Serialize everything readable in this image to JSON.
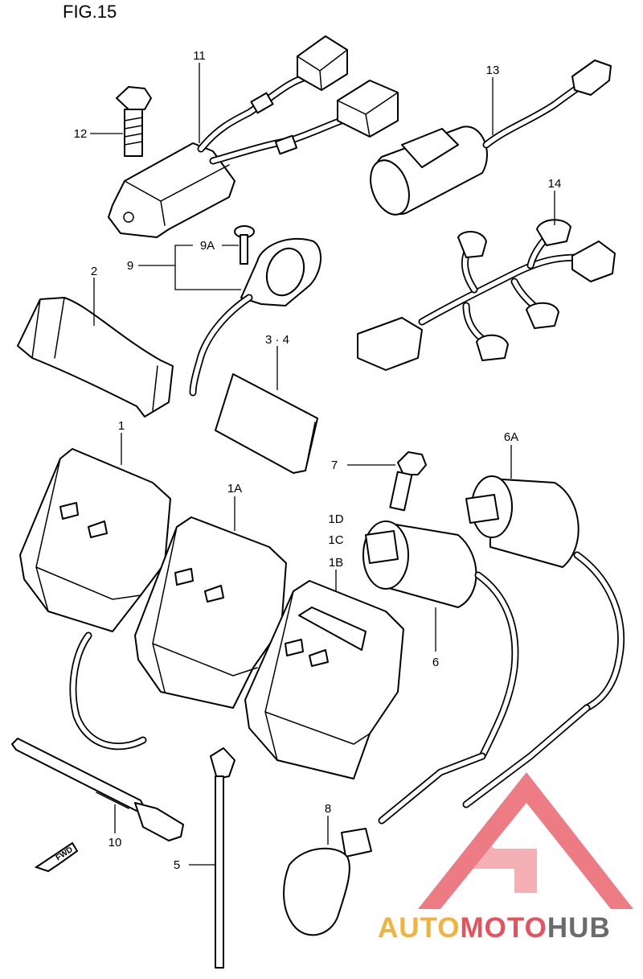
{
  "figure": {
    "title": "FIG.15"
  },
  "callouts": {
    "c1": "1",
    "c1A": "1A",
    "c1B": "1B",
    "c1C": "1C",
    "c1D": "1D",
    "c2": "2",
    "c34": "3 · 4",
    "c5": "5",
    "c6": "6",
    "c6A": "6A",
    "c7": "7",
    "c8": "8",
    "c9": "9",
    "c9A": "9A",
    "c10": "10",
    "c11": "11",
    "c12": "12",
    "c13": "13",
    "c14": "14"
  },
  "direction_marker": {
    "text": "FWD"
  },
  "watermark": {
    "part1": "AUTO",
    "part2": "MOTO",
    "part3": "HUB",
    "colors": {
      "auto": "#f2b33d",
      "moto": "#e8505b",
      "hub": "#6b6b6b",
      "triangle": "#e8505b"
    }
  },
  "icons": {
    "watermark_logo": "triangle-logo-icon",
    "direction": "fwd-arrow-icon"
  }
}
